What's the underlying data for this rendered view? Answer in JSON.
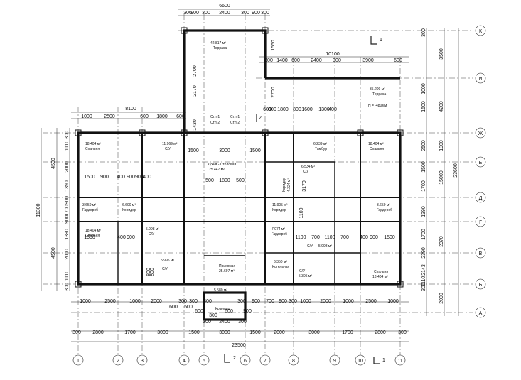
{
  "axes_columns": [
    "1",
    "2",
    "3",
    "4",
    "5",
    "6",
    "7",
    "8",
    "9",
    "10",
    "11"
  ],
  "axes_rows": [
    "К",
    "И",
    "Ж",
    "Е",
    "Д",
    "Г",
    "В",
    "Б",
    "А"
  ],
  "dims_top_terrace": [
    "6600",
    "300",
    "900",
    "300",
    "2400",
    "300",
    "900",
    "300"
  ],
  "dims_upper_right": [
    "10100",
    "600",
    "1400",
    "600",
    "2400",
    "300",
    "3900",
    "600"
  ],
  "dims_left_block": [
    "8100",
    "1000",
    "2500",
    "600",
    "1800",
    "600"
  ],
  "dims_bottom_row1": [
    "1000",
    "2500",
    "1000",
    "2000",
    "600",
    "300",
    "300",
    "300",
    "300",
    "900",
    "700",
    "900",
    "300",
    "1000",
    "2000",
    "1000",
    "2500",
    "1000"
  ],
  "dims_bottom_row2": [
    "300",
    "2800",
    "1700",
    "3000",
    "1500",
    "3000",
    "1500",
    "2000",
    "3000",
    "1700",
    "2800",
    "300"
  ],
  "total_width": "23500",
  "left_dims": [
    "300",
    "1110",
    "2000",
    "4500",
    "1390",
    "900",
    "1700",
    "900",
    "11300",
    "1390",
    "2000",
    "4500",
    "1110",
    "300"
  ],
  "right_dims_inner": [
    "300",
    "1000",
    "1500",
    "2500",
    "1500",
    "1700",
    "1390",
    "1700",
    "2390",
    "2143",
    "1110",
    "300"
  ],
  "right_dims_outer": [
    "3500",
    "4200",
    "1900",
    "15000",
    "2370",
    "23600",
    "2000"
  ],
  "rooms": [
    {
      "area": "42.817 м²",
      "name": "Терраса"
    },
    {
      "area": "35.209 м²",
      "name": "Терраса"
    },
    {
      "area": "Н = -480мм",
      "name": ""
    },
    {
      "area": "18.404 м²",
      "name": "Спальня"
    },
    {
      "area": "11.969 м²",
      "name": "С/У"
    },
    {
      "area": "Кухня - Столовая",
      "name": "25.447 м²"
    },
    {
      "area": "6.239 м²",
      "name": "Тамбур"
    },
    {
      "area": "18.404 м²",
      "name": "Спальня"
    },
    {
      "area": "6.534 м²",
      "name": "С/У"
    },
    {
      "area": "Коридор",
      "name": "4.324 м²"
    },
    {
      "area": "3.659 м²",
      "name": "Гардероб"
    },
    {
      "area": "6.690 м²",
      "name": "Коридор"
    },
    {
      "area": "11.905 м²",
      "name": "Коридор"
    },
    {
      "area": "3.659 м²",
      "name": "Гардероб"
    },
    {
      "area": "18.404 м²",
      "name": "Спальня"
    },
    {
      "area": "5.998 м²",
      "name": "С/У"
    },
    {
      "area": "7.074 м²",
      "name": "Гардероб"
    },
    {
      "area": "С/У",
      "name": "5.998 м²"
    },
    {
      "area": "5.995 м²",
      "name": "С/У"
    },
    {
      "area": "Прихожая",
      "name": "25.697 м²"
    },
    {
      "area": "6.350 м²",
      "name": "Котельная"
    },
    {
      "area": "С/У",
      "name": "5.395 м²"
    },
    {
      "area": "Спальня",
      "name": "18.404 м²"
    },
    {
      "area": "5.580 м²",
      "name": ""
    },
    {
      "area": "Крыльцо",
      "name": ""
    }
  ],
  "columns_labels": [
    "Стл-1",
    "Стл-2",
    "Стл-1",
    "Стл-2"
  ],
  "section_marks": [
    "1",
    "1",
    "2",
    "2"
  ],
  "inner_dims": [
    "1500",
    "3000",
    "1500",
    "1800",
    "500",
    "500",
    "900",
    "1500",
    "900",
    "400",
    "900",
    "400",
    "2170",
    "2700",
    "1430",
    "1550",
    "2700",
    "1800",
    "1600",
    "1300",
    "400",
    "800",
    "800",
    "600",
    "3170",
    "1100",
    "700",
    "1100",
    "700",
    "400",
    "900",
    "1500",
    "1500",
    "900",
    "800",
    "400",
    "1100",
    "800",
    "300",
    "600",
    "900",
    "600",
    "500",
    "300",
    "2400",
    "300"
  ]
}
